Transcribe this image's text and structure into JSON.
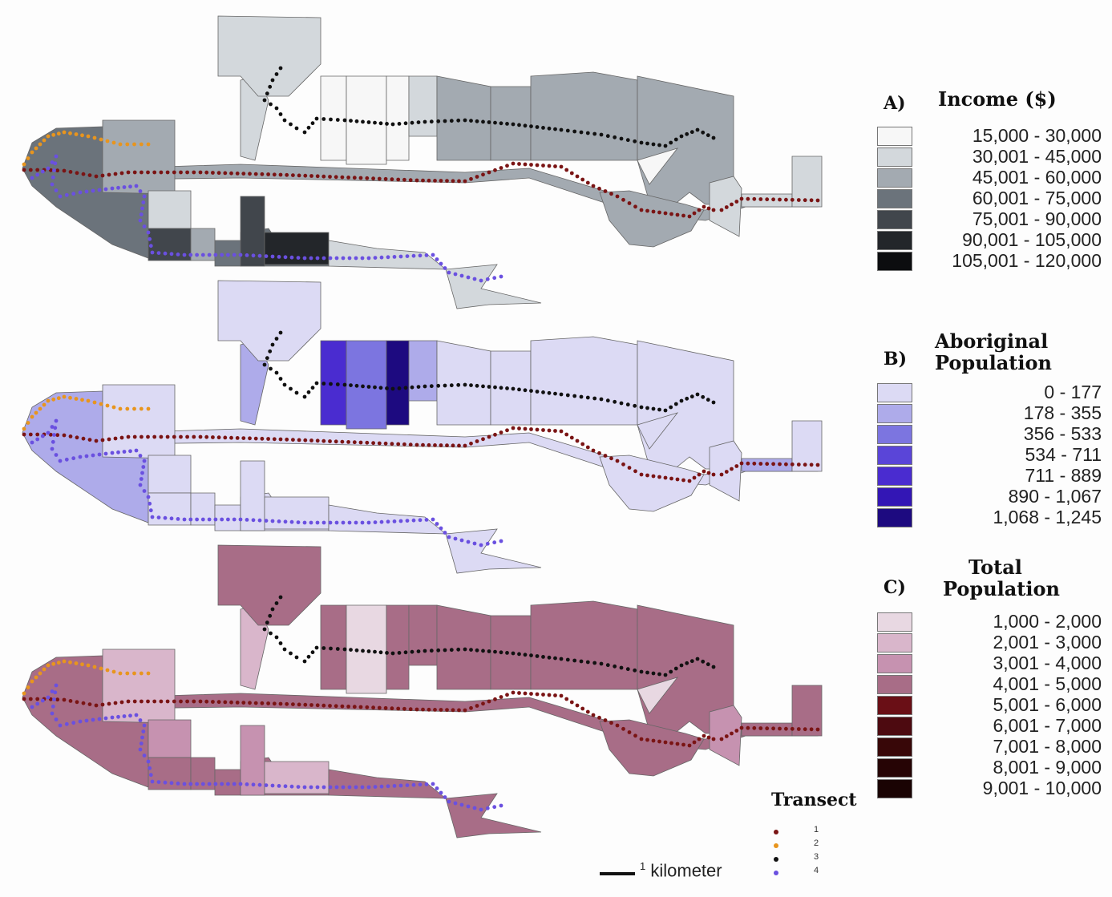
{
  "panels": [
    {
      "letter": "A)",
      "title_lines": [
        "Income ($)"
      ],
      "classes": [
        {
          "label": "15,000 -  30,000",
          "color": "#f7f7f7"
        },
        {
          "label": "30,001 -  45,000",
          "color": "#d3d8dc"
        },
        {
          "label": "45,001 -  60,000",
          "color": "#a3aab1"
        },
        {
          "label": "60,001 -  75,000",
          "color": "#6b737b"
        },
        {
          "label": "75,001 -  90,000",
          "color": "#41464c"
        },
        {
          "label": "90,001 - 105,000",
          "color": "#23262a"
        },
        {
          "label": "105,001 - 120,000",
          "color": "#0c0d0f"
        }
      ],
      "region_classes": [
        3,
        2,
        1,
        4,
        2,
        1,
        0,
        0,
        0,
        1,
        2,
        2,
        2,
        2,
        0,
        2,
        1,
        1,
        1,
        3,
        3,
        4,
        5,
        1
      ]
    },
    {
      "letter": "B)",
      "title_lines": [
        "Aboriginal",
        "Population"
      ],
      "classes": [
        {
          "label": "0 - 177",
          "color": "#dcdaf4"
        },
        {
          "label": "178 - 355",
          "color": "#aeabea"
        },
        {
          "label": "356 - 533",
          "color": "#7c75e0"
        },
        {
          "label": "534 - 711",
          "color": "#5a45d8"
        },
        {
          "label": "711 - 889",
          "color": "#4a2cd0"
        },
        {
          "label": "890 - 1,067",
          "color": "#3316b5"
        },
        {
          "label": "1,068 - 1,245",
          "color": "#1d0a80"
        }
      ],
      "region_classes": [
        1,
        0,
        0,
        0,
        0,
        0,
        4,
        2,
        6,
        1,
        0,
        0,
        0,
        0,
        0,
        0,
        0,
        1,
        0,
        0,
        0,
        0,
        0,
        0
      ]
    },
    {
      "letter": "C)",
      "title_lines": [
        "Total",
        "Population"
      ],
      "classes": [
        {
          "label": "1,000 - 2,000",
          "color": "#e8d8e2"
        },
        {
          "label": "2,001 - 3,000",
          "color": "#d9b6cb"
        },
        {
          "label": "3,001 - 4,000",
          "color": "#c692b0"
        },
        {
          "label": "4,001 - 5,000",
          "color": "#a86d87"
        },
        {
          "label": "5,001 - 6,000",
          "color": "#6a0f16"
        },
        {
          "label": "6,001 - 7,000",
          "color": "#4d0a10"
        },
        {
          "label": "7,001 - 8,000",
          "color": "#380708"
        },
        {
          "label": "8,001 - 9,000",
          "color": "#260405"
        },
        {
          "label": "9,001 - 10,000",
          "color": "#1a0303"
        }
      ],
      "region_classes": [
        3,
        1,
        2,
        3,
        3,
        3,
        3,
        0,
        3,
        3,
        3,
        3,
        3,
        3,
        0,
        3,
        2,
        3,
        3,
        3,
        3,
        2,
        1,
        3
      ]
    }
  ],
  "transect": {
    "title": "Transect",
    "items": [
      {
        "label": "1",
        "color": "#7a1414"
      },
      {
        "label": "2",
        "color": "#e8951e"
      },
      {
        "label": "3",
        "color": "#111111"
      },
      {
        "label": "4",
        "color": "#6a50e0"
      }
    ]
  },
  "scale": {
    "value": "1",
    "unit": "kilometer"
  }
}
